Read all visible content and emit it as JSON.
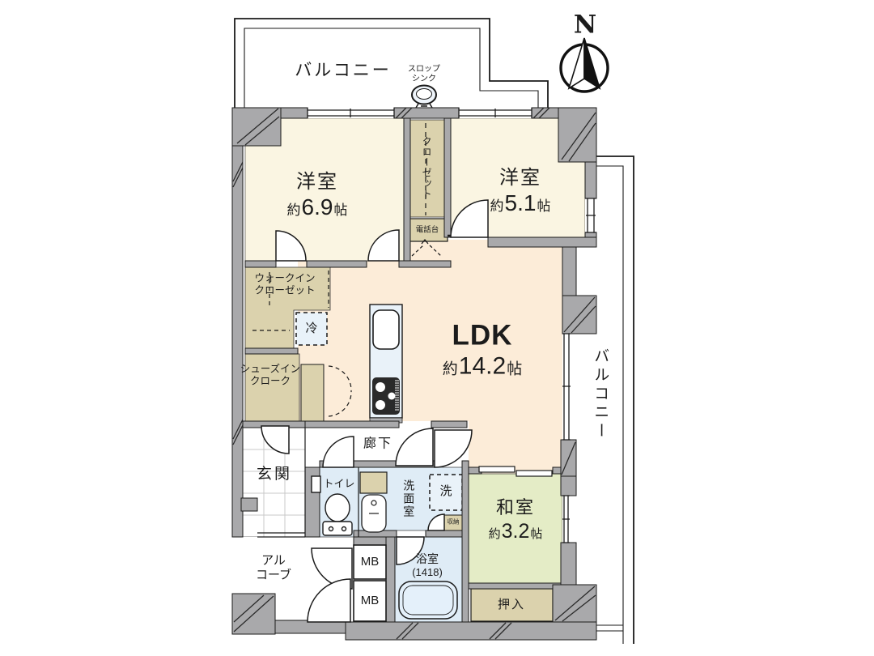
{
  "compass": {
    "north": "N"
  },
  "balconies": {
    "top": "バルコニー",
    "right": "バルコニー"
  },
  "fixtures": {
    "slop_sink_line1": "スロップ",
    "slop_sink_line2": "シンク",
    "fridge": "冷",
    "washer": "洗",
    "phone_stand": "電話台",
    "meter_box": "MB"
  },
  "rooms": {
    "western_1": {
      "name": "洋室",
      "size_prefix": "約",
      "size_value": "6.9",
      "size_unit": "帖"
    },
    "western_2": {
      "name": "洋室",
      "size_prefix": "約",
      "size_value": "5.1",
      "size_unit": "帖"
    },
    "ldk": {
      "name": "LDK",
      "size_prefix": "約",
      "size_value": "14.2",
      "size_unit": "帖"
    },
    "japanese": {
      "name": "和室",
      "size_prefix": "約",
      "size_value": "3.2",
      "size_unit": "帖"
    },
    "closet": "クローゼット",
    "walk_in_closet_line1": "ウォークイン",
    "walk_in_closet_line2": "クローゼット",
    "shoes_in_closet_line1": "シューズイン",
    "shoes_in_closet_line2": "クローク",
    "hallway": "廊下",
    "entrance": "玄関",
    "toilet": "トイレ",
    "washroom": "洗面室",
    "storage": "収納",
    "bathroom": {
      "name": "浴室",
      "size": "(1418)"
    },
    "oshiire": "押入",
    "alcove_line1": "アル",
    "alcove_line2": "コーブ"
  },
  "colors": {
    "wall_gray": "#a9a9ab",
    "room_cream": "#faf5e2",
    "ldk_peach": "#fcecd8",
    "tatami_green": "#e4ecc6",
    "closet_tan": "#dbd2ad",
    "water_blue": "#dfecf6",
    "counter_blue": "#e9f2f9",
    "line_black": "#1a1a1a"
  }
}
